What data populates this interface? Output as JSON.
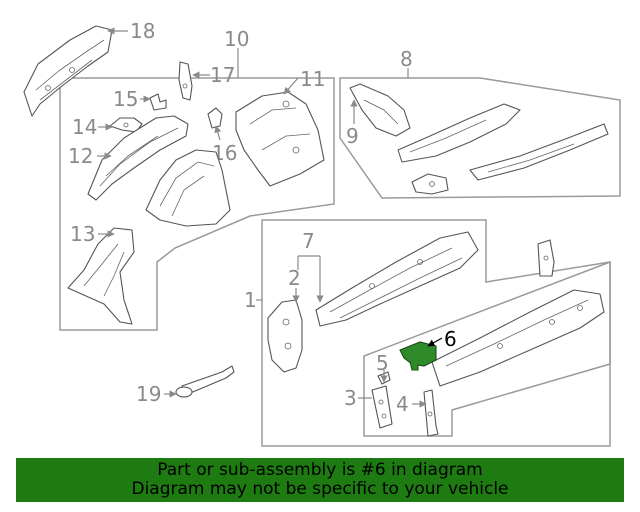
{
  "callouts": {
    "c1": "1",
    "c2": "2",
    "c3": "3",
    "c4": "4",
    "c5": "5",
    "c6": "6",
    "c7": "7",
    "c8": "8",
    "c9": "9",
    "c10": "10",
    "c11": "11",
    "c12": "12",
    "c13": "13",
    "c14": "14",
    "c15": "15",
    "c16": "16",
    "c17": "17",
    "c18": "18",
    "c19": "19"
  },
  "highlight": {
    "part": "6",
    "color": "#2f8a2a"
  },
  "banner": {
    "line1": "Part or sub-assembly is #6 in diagram",
    "line2": "Diagram may not be specific to your vehicle",
    "color": "#1e7b12"
  }
}
